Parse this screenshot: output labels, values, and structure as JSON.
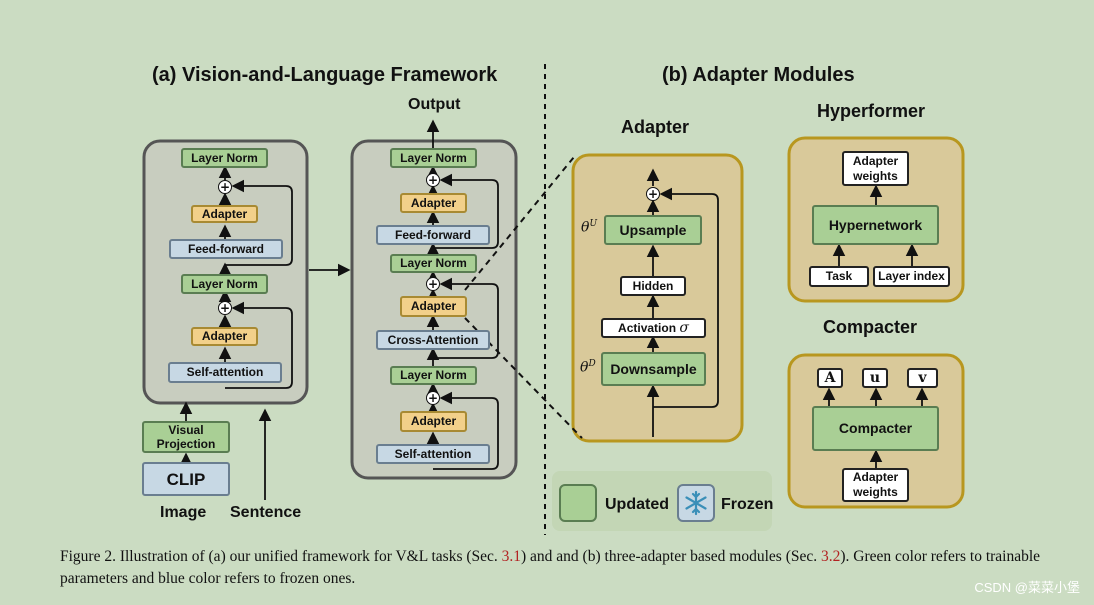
{
  "panel_a": {
    "title": "(a) Vision-and-Language Framework",
    "left_stack": {
      "layer_norm_top": "Layer Norm",
      "adapter_top": "Adapter",
      "feed_forward": "Feed-forward",
      "layer_norm_mid": "Layer Norm",
      "adapter_bottom": "Adapter",
      "self_attention": "Self-attention"
    },
    "visual_projection": "Visual Projection",
    "clip": "CLIP",
    "image_label": "Image",
    "sentence_label": "Sentence",
    "output_label": "Output",
    "right_stack": {
      "layer_norm_1": "Layer Norm",
      "adapter_1": "Adapter",
      "feed_forward": "Feed-forward",
      "layer_norm_2": "Layer Norm",
      "adapter_2": "Adapter",
      "cross_attention": "Cross-Attention",
      "layer_norm_3": "Layer Norm",
      "adapter_3": "Adapter",
      "self_attention": "Self-attention"
    }
  },
  "panel_b": {
    "title": "(b) Adapter Modules",
    "adapter": {
      "title": "Adapter",
      "upsample": "Upsample",
      "hidden": "Hidden",
      "activation": "Activation",
      "sigma": "σ",
      "downsample": "Downsample",
      "theta_u_base": "θ",
      "theta_u_sup": "U",
      "theta_d_base": "θ",
      "theta_d_sup": "D"
    },
    "hyperformer": {
      "title": "Hyperformer",
      "adapter_weights": "Adapter weights",
      "hypernetwork": "Hypernetwork",
      "task": "Task",
      "layer_index": "Layer index"
    },
    "compacter": {
      "title": "Compacter",
      "a": "A",
      "u": "u",
      "v": "v",
      "compacter": "Compacter",
      "adapter_weights": "Adapter weights"
    }
  },
  "legend": {
    "updated": "Updated",
    "frozen": "Frozen"
  },
  "caption": {
    "part1": "Figure 2.  Illustration of (a) our unified framework for V&L tasks (Sec. ",
    "ref1": "3.1",
    "part2": ") and and (b) three-adapter based modules (Sec. ",
    "ref2": "3.2",
    "part3": ").  Green color refers to trainable parameters and blue color refers to frozen ones."
  },
  "watermark": "CSDN @菜菜小堡",
  "colors": {
    "background": "#cbdcc2",
    "trainable_green": "#a9cf95",
    "adapter_yellow": "#f2d08a",
    "frozen_blue": "#c7d8e4",
    "module_frame": "#b8971f",
    "reference_red": "#b22222"
  }
}
